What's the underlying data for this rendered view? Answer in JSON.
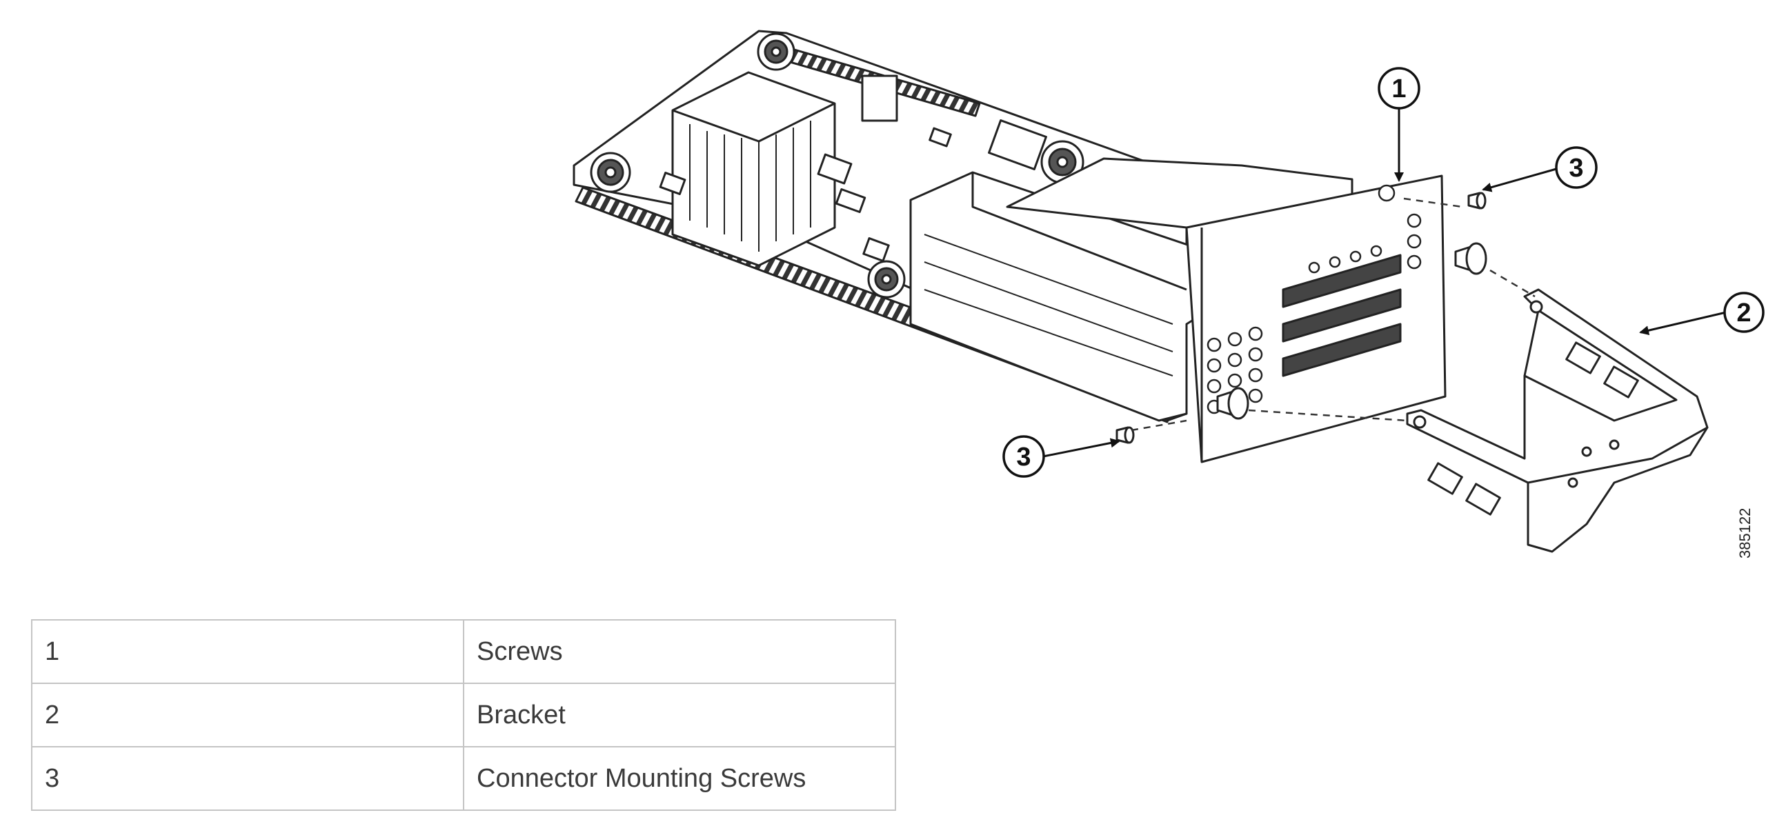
{
  "figure": {
    "callouts": [
      {
        "label": "1"
      },
      {
        "label": "2"
      },
      {
        "label": "3"
      },
      {
        "label": "3"
      }
    ],
    "figure_id": "385122"
  },
  "legend": {
    "rows": [
      {
        "num": "1",
        "desc": "Screws"
      },
      {
        "num": "2",
        "desc": "Bracket"
      },
      {
        "num": "3",
        "desc": "Connector Mounting Screws"
      }
    ]
  }
}
